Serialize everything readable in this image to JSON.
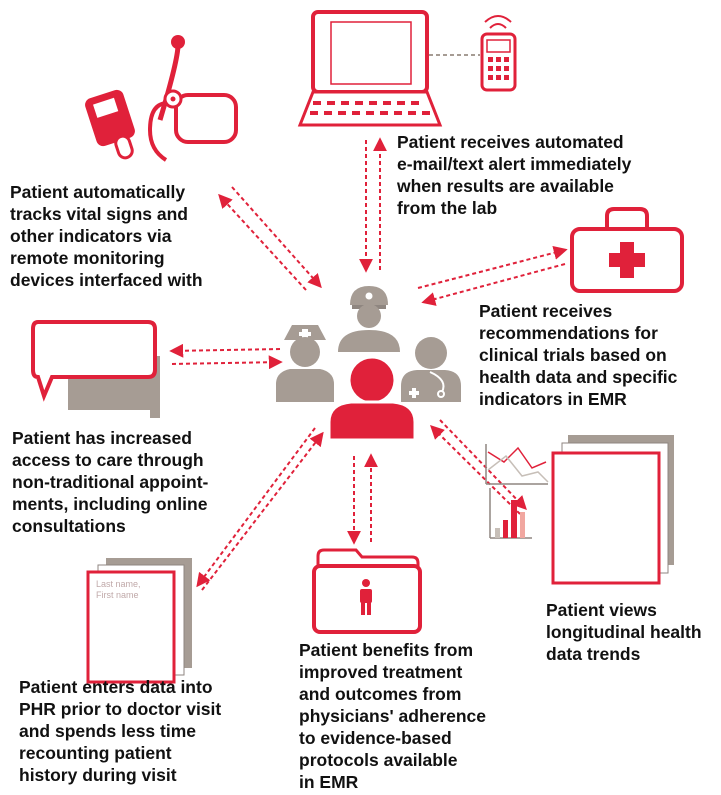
{
  "colors": {
    "accent_red": "#e0213a",
    "person_gray": "#a69c94",
    "shadow_gray": "#8f8680",
    "text": "#111111"
  },
  "center_icon": "care-team-patient-icon",
  "nodes": [
    {
      "id": "remote-monitoring",
      "icon": "vital-signs-monitor-icon",
      "lines": [
        "Patient automatically",
        "tracks vital signs and",
        "other indicators via",
        "remote monitoring",
        "devices interfaced with"
      ]
    },
    {
      "id": "lab-alert",
      "icon": "computer-and-phone-icon",
      "lines": [
        "Patient receives automated",
        "e-mail/text alert immediately",
        "when results are available",
        "from the lab"
      ]
    },
    {
      "id": "clinical-trials",
      "icon": "first-aid-kit-icon",
      "lines": [
        "Patient receives",
        "recommendations for",
        "clinical trials based on",
        "health data and specific",
        "indicators in EMR"
      ]
    },
    {
      "id": "online-consultations",
      "icon": "speech-bubbles-icon",
      "lines": [
        "Patient has increased",
        "access to care through",
        "non-traditional appoint-",
        "ments, including online",
        "consultations"
      ]
    },
    {
      "id": "health-trends",
      "icon": "charts-document-icon",
      "lines": [
        "Patient views",
        "longitudinal health",
        "data trends"
      ]
    },
    {
      "id": "evidence-based",
      "icon": "patient-folder-icon",
      "lines": [
        "Patient benefits from",
        "improved treatment",
        "and outcomes from",
        "physicians' adherence",
        "to evidence-based",
        "protocols available",
        "in EMR"
      ]
    },
    {
      "id": "phr-entry",
      "icon": "phr-form-icon",
      "lines": [
        "Patient enters data into",
        "PHR prior to doctor visit",
        "and spends less time",
        "recounting patient",
        "history during visit"
      ]
    }
  ],
  "form": {
    "placeholder_line1": "Last name,",
    "placeholder_line2": "First name"
  }
}
